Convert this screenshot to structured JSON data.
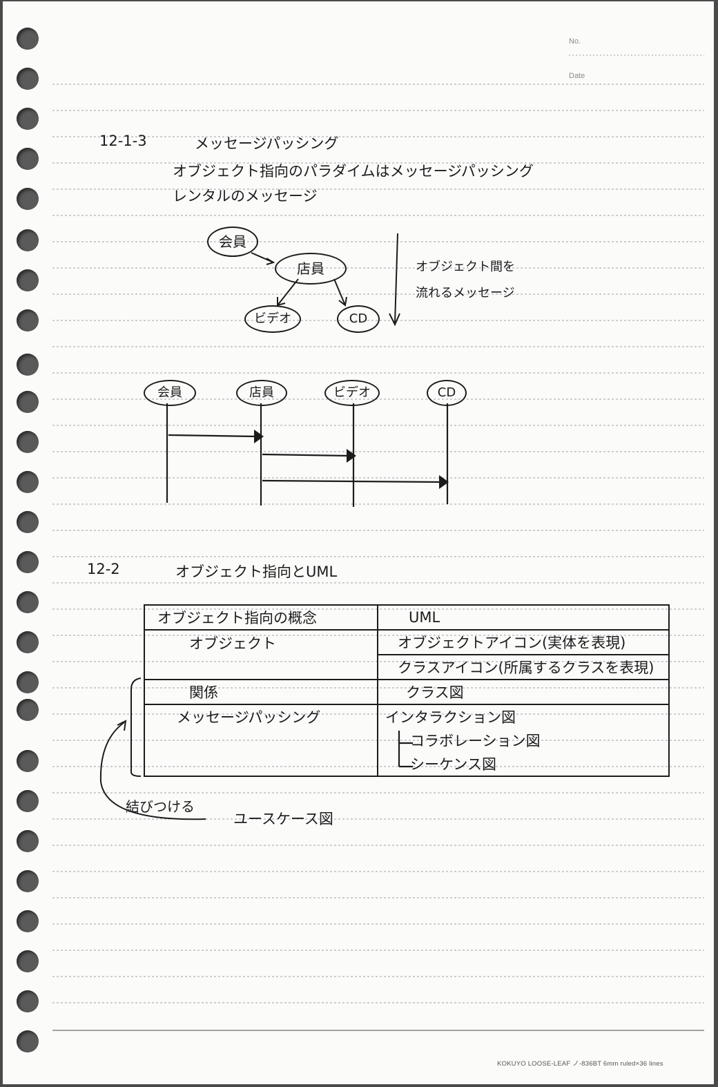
{
  "header": {
    "no_label": "No.",
    "date_label": "Date"
  },
  "section1": {
    "number": "12-1-3",
    "title": "メッセージパッシング",
    "line1": "オブジェクト指向のパラダイムはメッセージパッシング",
    "line2": "レンタルのメッセージ"
  },
  "diagram1": {
    "nodes": {
      "member": "会員",
      "clerk": "店員",
      "video": "ビデオ",
      "cd": "CD"
    },
    "note_line1": "オブジェクト間を",
    "note_line2": "流れるメッセージ"
  },
  "sequence": {
    "lifelines": [
      "会員",
      "店員",
      "ビデオ",
      "CD"
    ]
  },
  "section2": {
    "number": "12-2",
    "title": "オブジェクト指向とUML"
  },
  "table": {
    "header": {
      "left": "オブジェクト指向の概念",
      "right": "UML"
    },
    "rows": [
      {
        "left": "オブジェクト",
        "right": "オブジェクトアイコン(実体を表現)"
      },
      {
        "left": "",
        "right": "クラスアイコン(所属するクラスを表現)"
      },
      {
        "left": "関係",
        "right": "クラス図"
      },
      {
        "left": "メッセージパッシング",
        "right": "インタラクション図"
      },
      {
        "left": "",
        "right": "コラボレーション図"
      },
      {
        "left": "",
        "right": "シーケンス図"
      }
    ]
  },
  "annotation": {
    "link_label": "結びつける",
    "usecase": "ユースケース図"
  },
  "footer": {
    "brand": "KOKUYO LOOSE-LEAF ノ-836BT 6mm ruled×36 lines"
  }
}
